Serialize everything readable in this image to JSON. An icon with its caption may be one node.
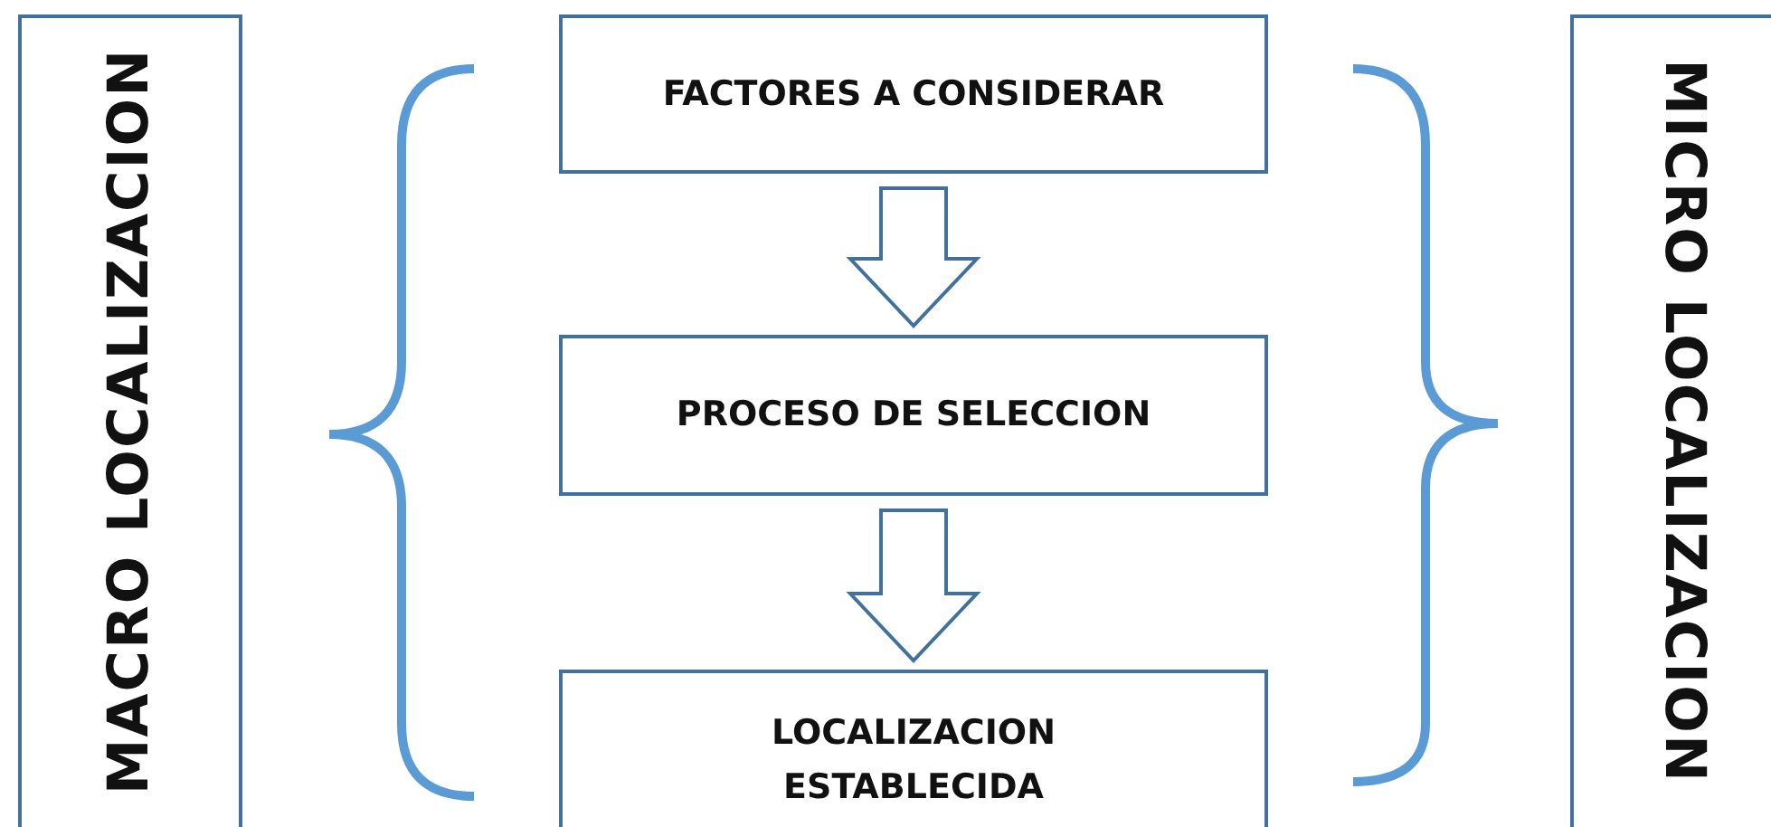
{
  "diagram": {
    "nodes": [
      {
        "text": [
          "MACRO LOCALIZACION"
        ]
      },
      {
        "text": [
          "FACTORES A CONSIDERAR"
        ]
      },
      {
        "text": [
          "PROCESO DE SELECCION"
        ]
      },
      {
        "text": [
          "LOCALIZACION ESTABLECIDA"
        ]
      },
      {
        "text": [
          "MICRO LOCALIZACION"
        ]
      }
    ],
    "edges": [
      {
        "from": 1,
        "to": 2,
        "arrow": "to"
      },
      {
        "from": 2,
        "to": 3,
        "arrow": "to"
      }
    ]
  }
}
